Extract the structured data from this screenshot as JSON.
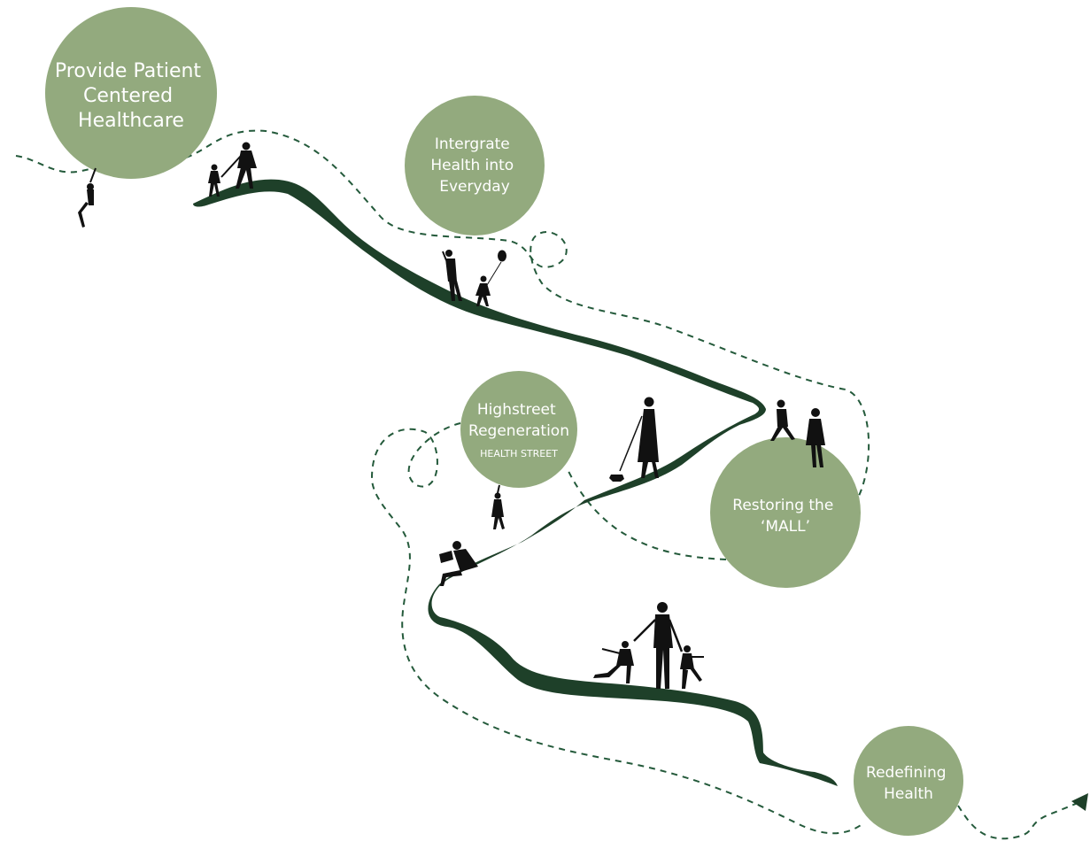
{
  "colors": {
    "circle": "#93aa7e",
    "path": "#1e4029",
    "dashed_line": "#245a3b",
    "figures": "#111111",
    "text": "#ffffff"
  },
  "milestones": [
    {
      "id": "patient",
      "lines": [
        "Provide Patient",
        "Centered",
        "Healthcare"
      ],
      "sub": ""
    },
    {
      "id": "integrate",
      "lines": [
        "Intergrate",
        "Health into",
        "Everyday"
      ],
      "sub": ""
    },
    {
      "id": "highstreet",
      "lines": [
        "Highstreet",
        "Regeneration"
      ],
      "sub": "HEALTH STREET"
    },
    {
      "id": "mall",
      "lines": [
        "Restoring the",
        "‘MALL’"
      ],
      "sub": ""
    },
    {
      "id": "redefining",
      "lines": [
        "Redefining",
        "Health"
      ],
      "sub": ""
    }
  ],
  "figures": [
    "person-hanging-from-circle",
    "child-and-adult-walking",
    "adult-and-child-with-balloon",
    "woman-walking-dog",
    "two-people-walking",
    "person-hanging-from-circle",
    "person-sitting-reading",
    "family-holding-hands"
  ],
  "end_marker_icon": "arrow-head-icon"
}
